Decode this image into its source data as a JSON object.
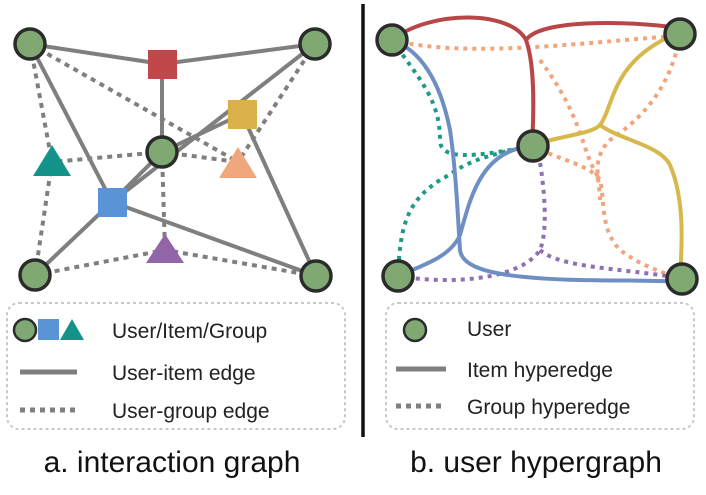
{
  "colors": {
    "user": "#7fa873",
    "node_stroke": "#2b2b2b",
    "edge_gray": "#7f7f7f",
    "item_red": "#c0484b",
    "item_yellow": "#d9b04a",
    "item_blue": "#5a93d6",
    "group_teal": "#14938a",
    "group_salmon": "#f1a77e",
    "group_purple": "#9066a8",
    "hyper_red": "#b94646",
    "hyper_blue": "#6f8fc2",
    "hyper_yellow": "#d7b84c",
    "hyper_teal": "#1f9a88",
    "hyper_salmon": "#f0a57c",
    "hyper_purple": "#9070b0",
    "divider": "#111111"
  },
  "panel_a": {
    "caption": "a. interaction graph",
    "legend": {
      "nodes_label": "User/Item/Group",
      "solid_label": "User-item edge",
      "dotted_label": "User-group edge"
    }
  },
  "panel_b": {
    "caption": "b. user hypergraph",
    "legend": {
      "user_label": "User",
      "solid_label": "Item hyperedge",
      "dotted_label": "Group hyperedge"
    }
  }
}
